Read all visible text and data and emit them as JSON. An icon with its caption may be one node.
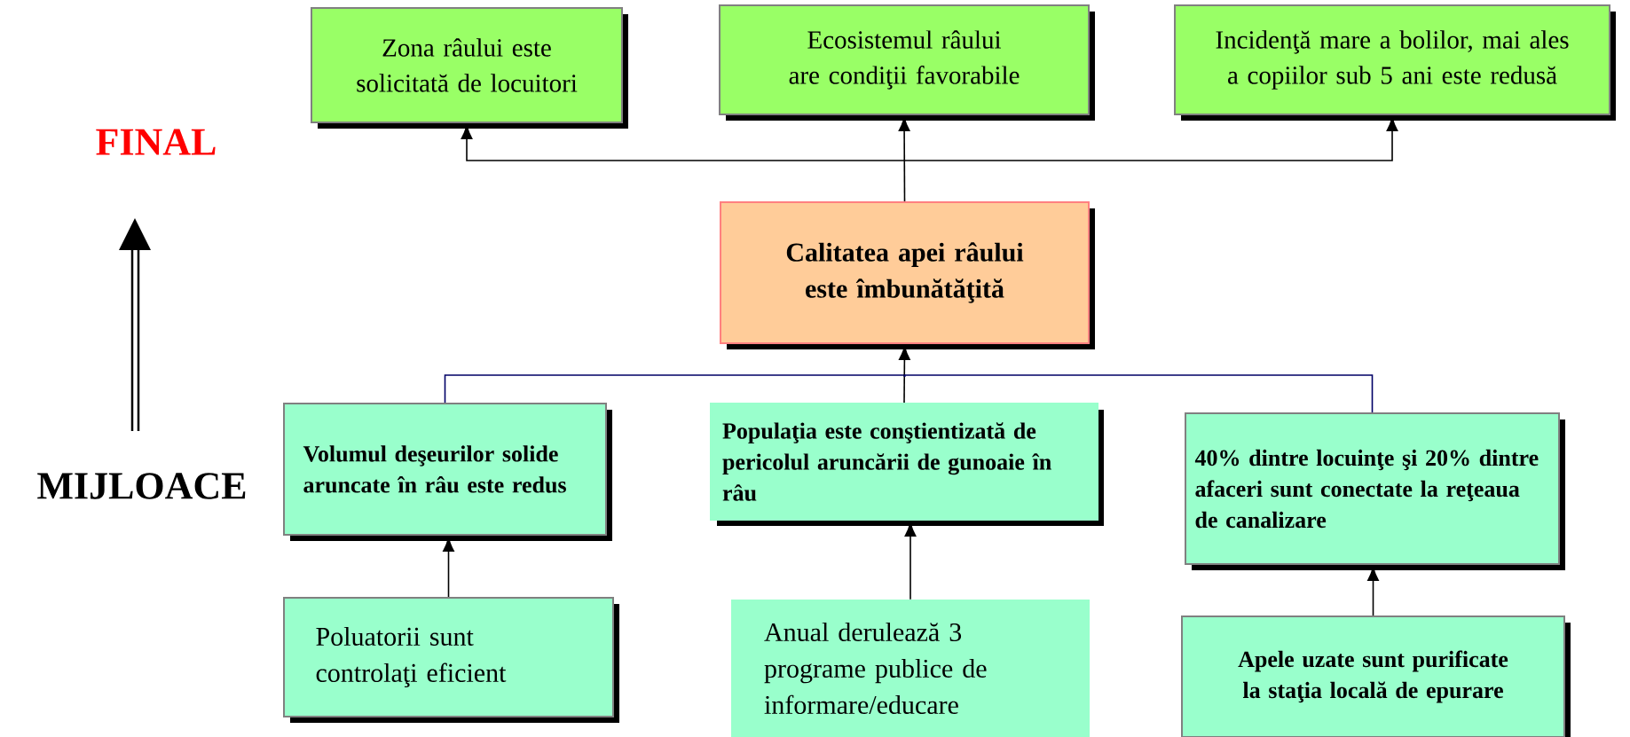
{
  "diagram": {
    "nodes": [
      {
        "text": [
          "Zona râului este solicitată de locuitori"
        ]
      },
      {
        "text": [
          "Ecosistemul râului are condiţii favorabile"
        ]
      },
      {
        "text": [
          "Incidenţă mare a bolilor, mai ales a copiilor sub 5 ani este redusă"
        ]
      },
      {
        "text": [
          "Calitatea apei râului este îmbunătăţită"
        ]
      },
      {
        "text": [
          "Volumul deşeurilor solide aruncate în râu este redus"
        ]
      },
      {
        "text": [
          "Populaţia este conştientizată de pericolul aruncării de gunoaie în râu"
        ]
      },
      {
        "text": [
          "40% dintre locuinţe şi 20% dintre afaceri sunt conectate la reţeaua de canalizare"
        ]
      },
      {
        "text": [
          "Poluatorii sunt controlaţi eficient"
        ]
      },
      {
        "text": [
          "Anual derulează 3 programe publice de informare/educare"
        ]
      },
      {
        "text": [
          "Apele uzate sunt purificate la staţia locală de epurare"
        ]
      }
    ],
    "edges": [
      {
        "from": 3,
        "to": 0,
        "arrow": "to"
      },
      {
        "from": 3,
        "to": 1,
        "arrow": "to"
      },
      {
        "from": 3,
        "to": 2,
        "arrow": "to"
      },
      {
        "from": 4,
        "to": 3,
        "arrow": "to",
        "color": "#000066"
      },
      {
        "from": 5,
        "to": 3,
        "arrow": "to"
      },
      {
        "from": 6,
        "to": 3,
        "arrow": "to",
        "color": "#000066"
      },
      {
        "from": 7,
        "to": 4,
        "arrow": "to"
      },
      {
        "from": 8,
        "to": 5,
        "arrow": "to"
      },
      {
        "from": 9,
        "to": 6,
        "arrow": "to"
      }
    ],
    "labels": [
      "FINAL",
      "MIJLOACE"
    ]
  }
}
